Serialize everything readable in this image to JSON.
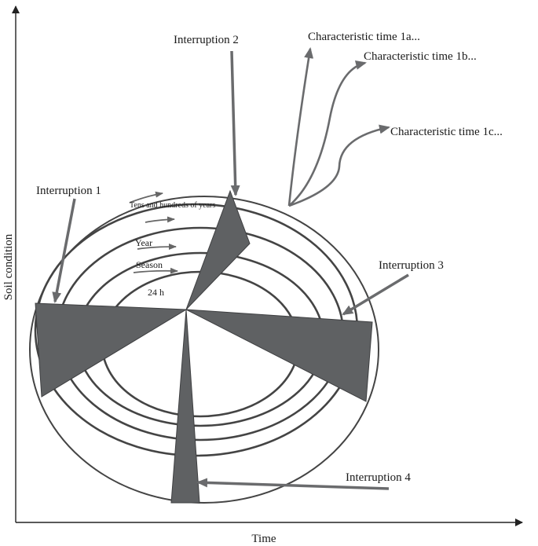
{
  "axes": {
    "x_label": "Time",
    "y_label": "Soil condition"
  },
  "rings": {
    "tens_hundreds_years": "Tens and hundreds  of years",
    "year": "Year",
    "season": "Season",
    "day": "24 h"
  },
  "interruptions": {
    "i1": "Interruption 1",
    "i2": "Interruption 2",
    "i3": "Interruption 3",
    "i4": "Interruption 4"
  },
  "characteristic_times": {
    "a": "Characteristic time 1a...",
    "b": "Characteristic time 1b...",
    "c": "Characteristic time 1c..."
  },
  "colors": {
    "wedge": "#5f6163",
    "ring": "#444444",
    "arrow": "#6a6b6d"
  }
}
